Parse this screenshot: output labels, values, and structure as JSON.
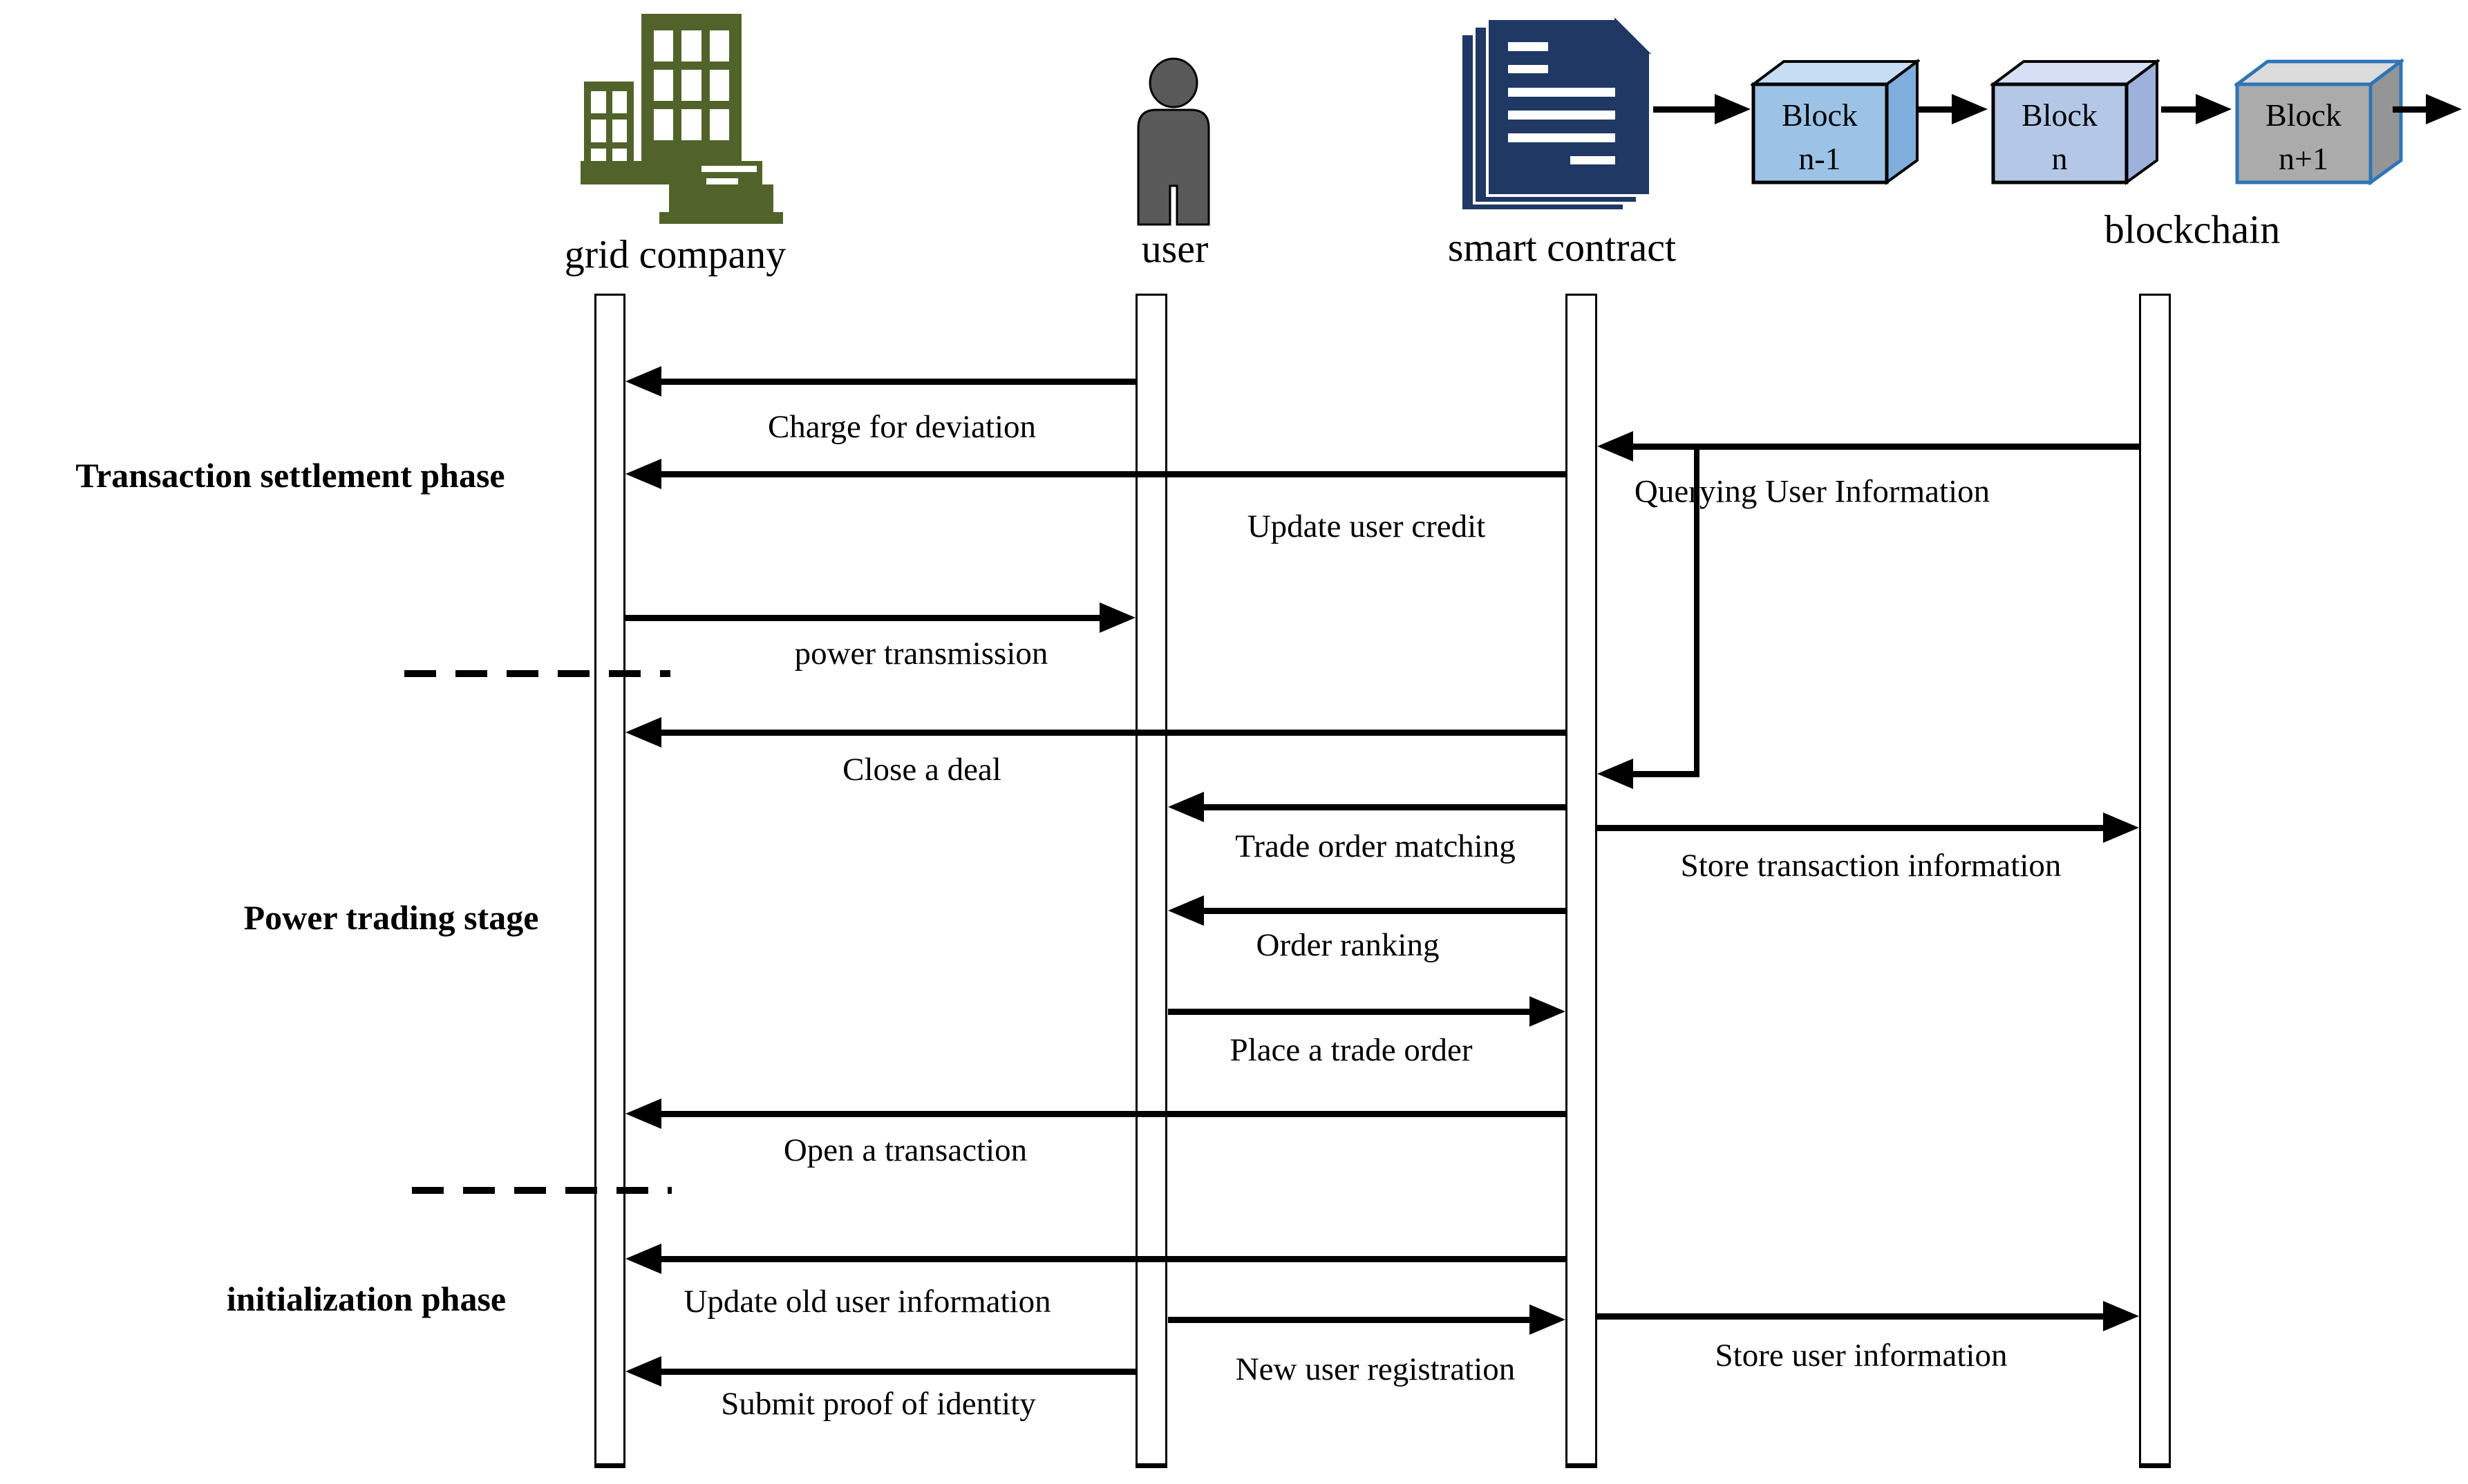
{
  "actors": [
    {
      "id": "grid-company",
      "label": "grid company",
      "icon": "building-icon"
    },
    {
      "id": "user",
      "label": "user",
      "icon": "person-icon"
    },
    {
      "id": "smart-contract",
      "label": "smart contract",
      "icon": "stacked-documents-icon"
    },
    {
      "id": "blockchain",
      "label": "blockchain",
      "icon": "block-cubes-icon"
    }
  ],
  "blockchain_blocks": [
    {
      "title": "Block",
      "subtitle": "n-1"
    },
    {
      "title": "Block",
      "subtitle": "n"
    },
    {
      "title": "Block",
      "subtitle": "n+1"
    }
  ],
  "phases": [
    {
      "label": "Transaction settlement phase"
    },
    {
      "label": "Power trading stage"
    },
    {
      "label": "initialization phase"
    }
  ],
  "messages": [
    {
      "label": "Charge for deviation",
      "from": "user",
      "to": "grid-company"
    },
    {
      "label": "Querying User Information",
      "from": "blockchain",
      "to": "smart-contract"
    },
    {
      "label": "Update user credit",
      "from": "smart-contract",
      "to": "grid-company"
    },
    {
      "label": "power transmission",
      "from": "grid-company",
      "to": "user"
    },
    {
      "label": "Close a deal",
      "from": "smart-contract",
      "to": "grid-company"
    },
    {
      "label": "Trade order matching",
      "from": "smart-contract",
      "to": "user"
    },
    {
      "label": "Store transaction information",
      "from": "smart-contract",
      "to": "blockchain"
    },
    {
      "label": "Order ranking",
      "from": "smart-contract",
      "to": "user"
    },
    {
      "label": "Place a trade order",
      "from": "user",
      "to": "smart-contract"
    },
    {
      "label": "Open a transaction",
      "from": "smart-contract",
      "to": "grid-company"
    },
    {
      "label": "Update old user information",
      "from": "smart-contract",
      "to": "grid-company"
    },
    {
      "label": "New user registration",
      "from": "user",
      "to": "smart-contract"
    },
    {
      "label": "Store user information",
      "from": "smart-contract",
      "to": "blockchain"
    },
    {
      "label": "Submit proof of identity",
      "from": "user",
      "to": "grid-company"
    }
  ],
  "colors": {
    "building": "#51632A",
    "person": "#595959",
    "document": "#1F3864",
    "block_n_minus_1_front": "#9CC3E6",
    "block_n_front": "#B4C7E7",
    "block_n_plus_1_front": "#ABABAB",
    "block_n_plus_1_border": "#2E75B6",
    "arrow": "#000000"
  }
}
